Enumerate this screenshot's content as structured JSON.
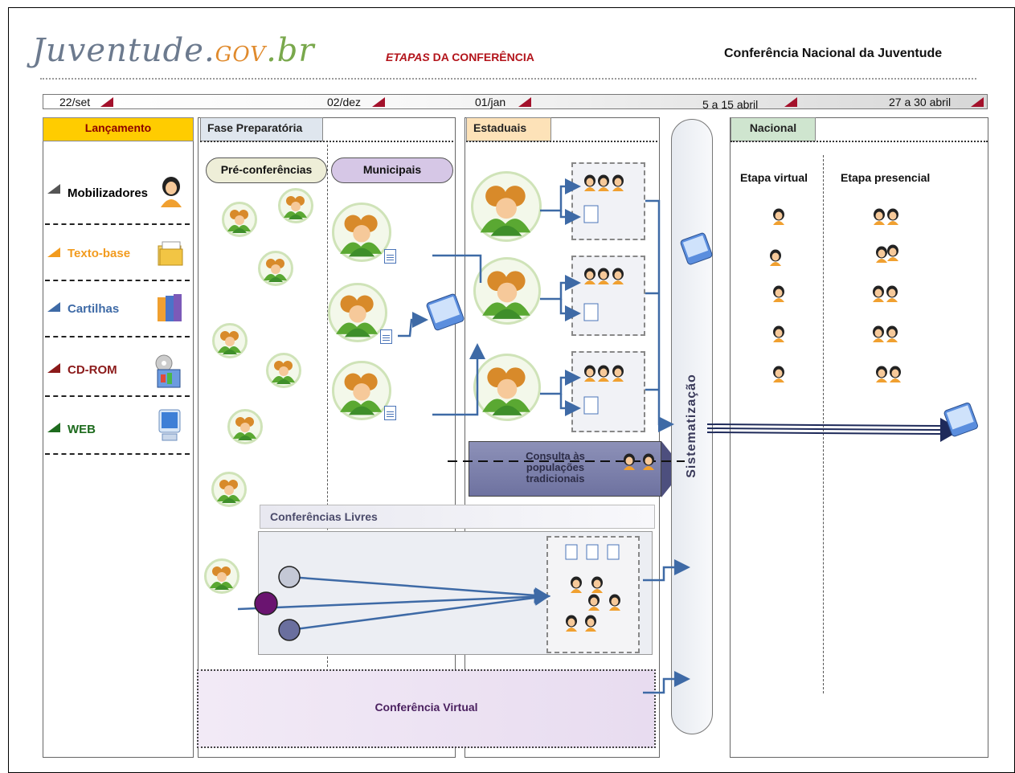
{
  "logo": {
    "part1": "Juventude.",
    "part2": "GOV",
    "part3": ".br"
  },
  "header": {
    "title_italic": "ETAPAS",
    "title_rest": " DA CONFERÊNCIA",
    "right_title": "Conferência Nacional da Juventude"
  },
  "timeline": {
    "dates": [
      "22/set",
      "02/dez",
      "01/jan",
      "5  a 15  abril",
      "27 a 30 abril"
    ]
  },
  "columns": {
    "lancamento": "Lançamento",
    "fase_preparatoria": "Fase Preparatória",
    "estaduais": "Estaduais",
    "nacional": "Nacional",
    "sistematizacao": "Sistematização"
  },
  "sidebar": {
    "items": [
      {
        "label": "Mobilizadores",
        "color": "#111111",
        "icon": "person-icon"
      },
      {
        "label": "Texto-base",
        "color": "#f29b1e",
        "icon": "folder-icon"
      },
      {
        "label": "Cartilhas",
        "color": "#3e6aa6",
        "icon": "binders-icon"
      },
      {
        "label": "CD-ROM",
        "color": "#8b1a1a",
        "icon": "cd-rom-icon"
      },
      {
        "label": "WEB",
        "color": "#1e6b1e",
        "icon": "computer-icon"
      }
    ]
  },
  "preparatoria": {
    "pre_conferencias": "Pré-conferências",
    "municipais": "Municipais"
  },
  "nacional": {
    "etapa_virtual": "Etapa virtual",
    "etapa_presencial": "Etapa presencial"
  },
  "consulta": {
    "line1": "Consulta às",
    "line2": "populações",
    "line3": "tradicionais"
  },
  "conferencias_livres": "Conferências Livres",
  "conferencia_virtual": "Conferência Virtual"
}
